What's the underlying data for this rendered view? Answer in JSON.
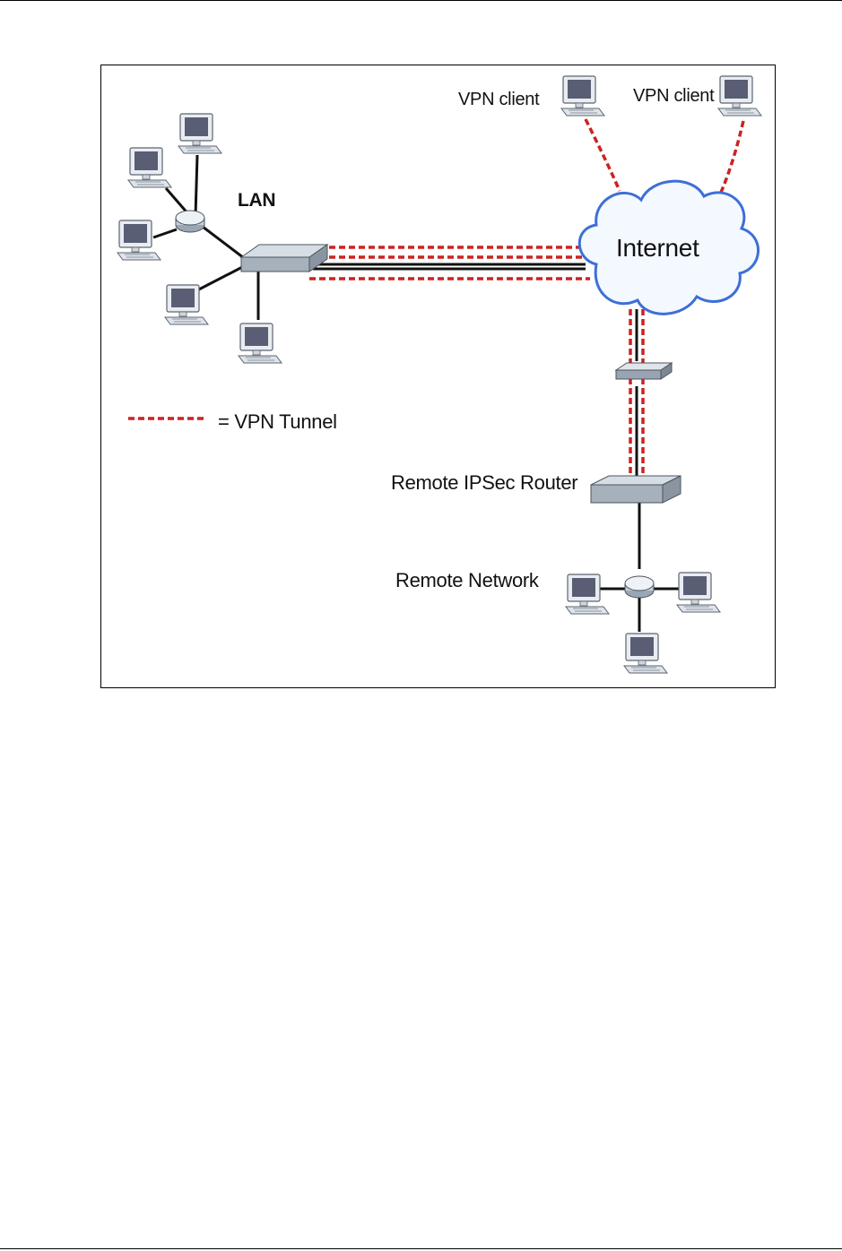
{
  "diagram": {
    "labels": {
      "vpn_client_1": "VPN client",
      "vpn_client_2": "VPN client",
      "lan": "LAN",
      "internet": "Internet",
      "legend": "= VPN Tunnel",
      "remote_router": "Remote IPSec Router",
      "remote_network": "Remote Network"
    },
    "colors": {
      "tunnel": "#cc2222",
      "link": "#111111",
      "cloud_fill": "#f4f8ff",
      "cloud_stroke": "#3d6fd6",
      "monitor_screen": "#5a5e74",
      "device_body": "#b8c2cc"
    },
    "icons": [
      "computer-icon",
      "hub-icon",
      "router-icon",
      "modem-icon",
      "cloud-icon"
    ]
  }
}
